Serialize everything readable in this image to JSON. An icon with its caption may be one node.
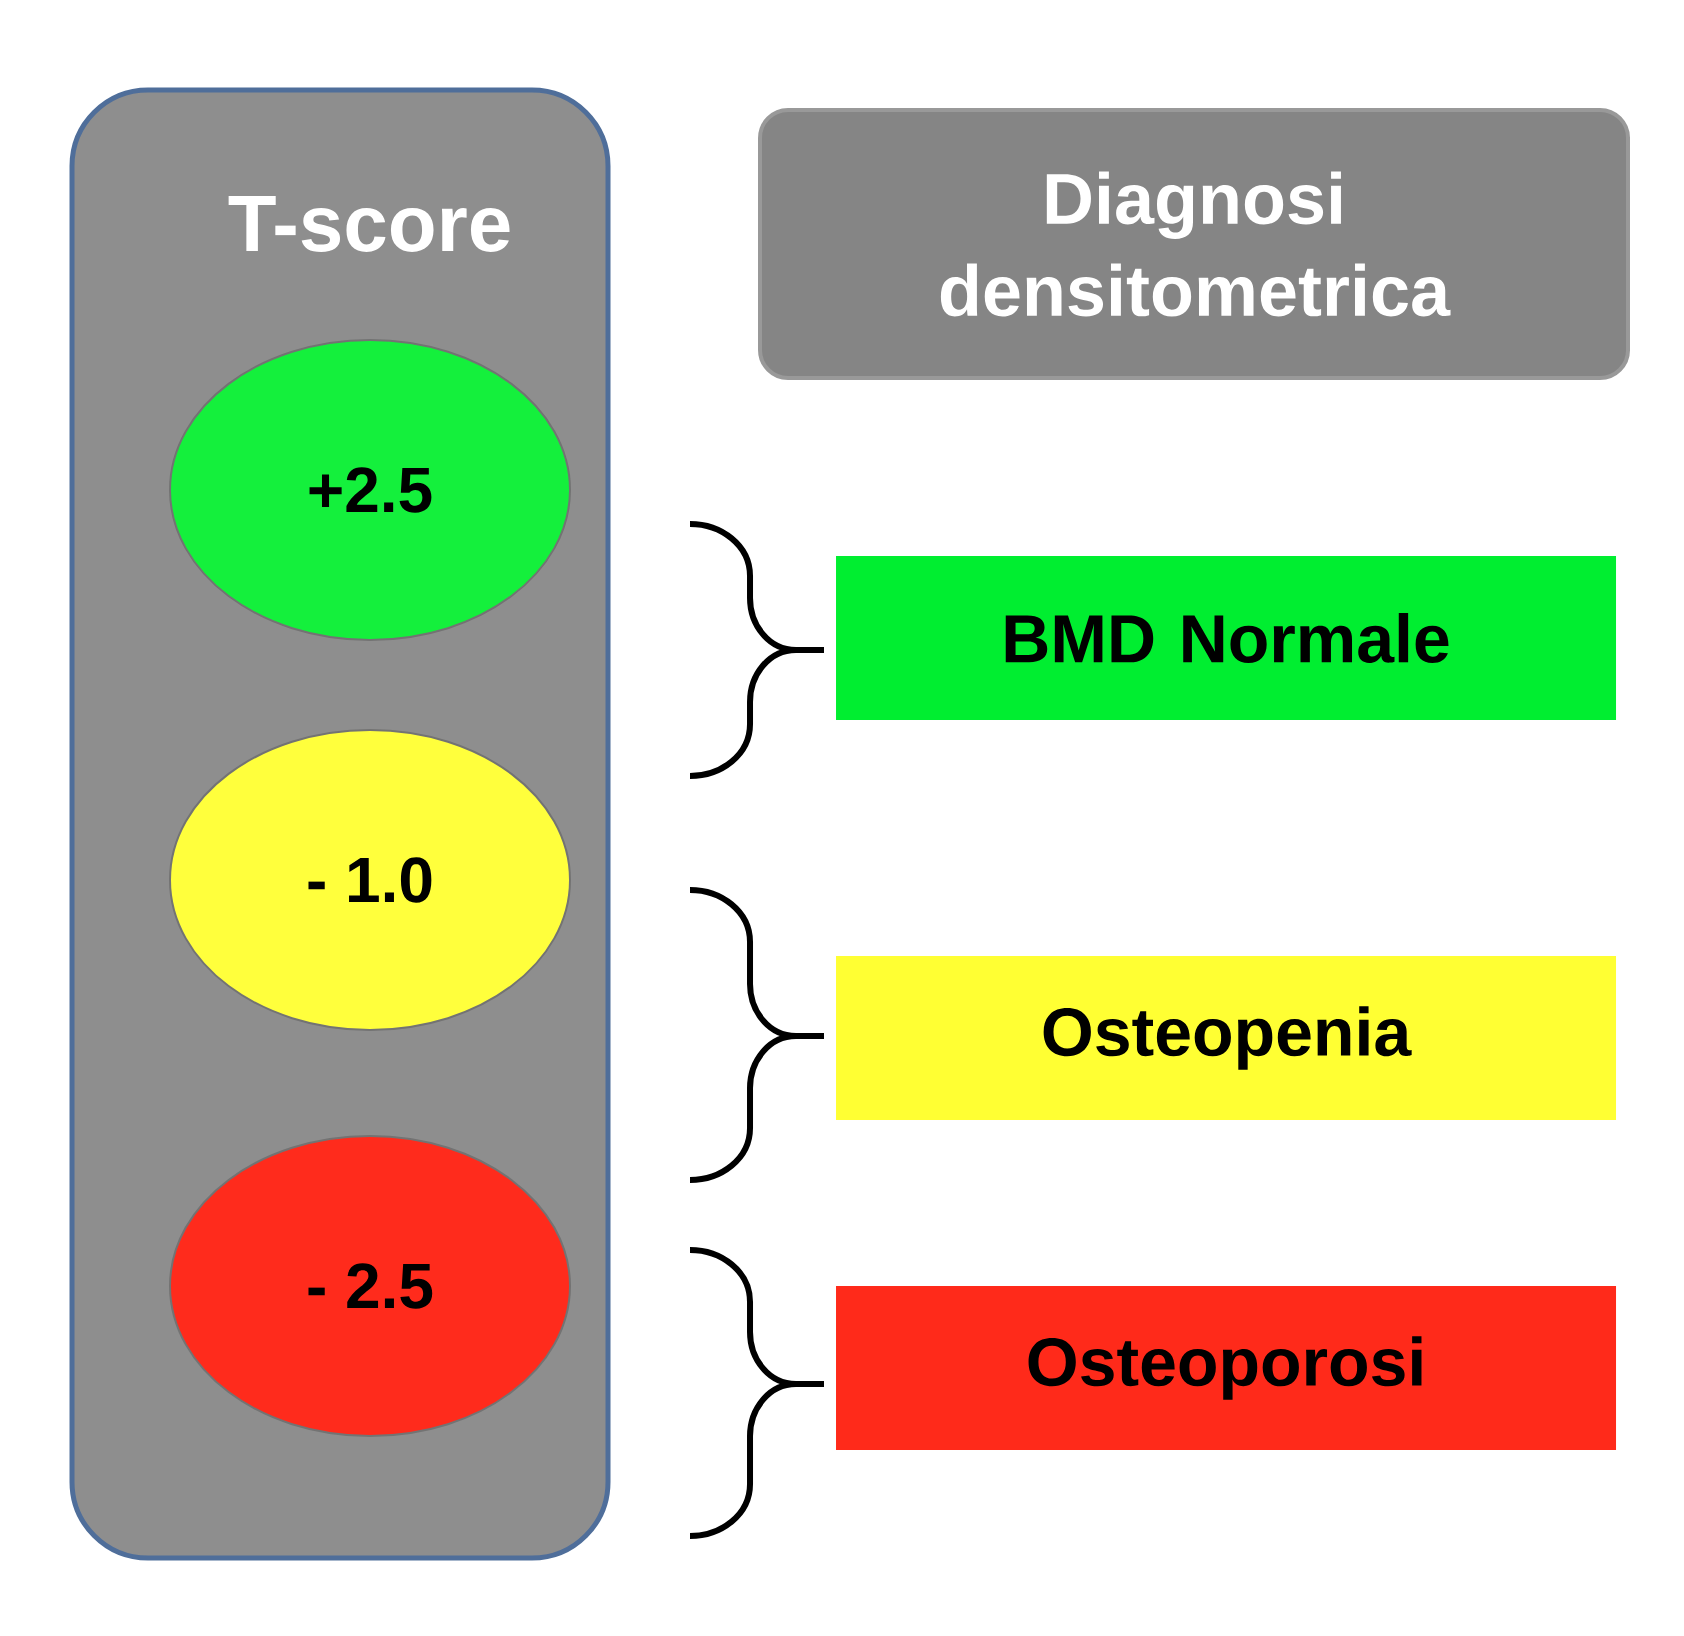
{
  "diagram": {
    "nodes": [
      {
        "text": [
          "T-score"
        ]
      },
      {
        "text": [
          "+2.5"
        ],
        "in": 0
      },
      {
        "text": [
          "- 1.0"
        ],
        "in": 0
      },
      {
        "text": [
          "- 2.5"
        ],
        "in": 0
      },
      {
        "text": [
          "Diagnosi densitometrica"
        ]
      },
      {
        "text": [
          "BMD Normale"
        ]
      },
      {
        "text": [
          "Osteopenia"
        ]
      },
      {
        "text": [
          "Osteoporosi"
        ]
      }
    ]
  }
}
